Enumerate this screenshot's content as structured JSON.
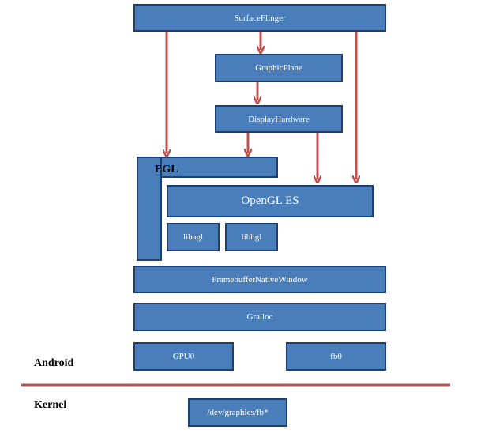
{
  "nodes": {
    "surfaceflinger": "SurfaceFlinger",
    "graphicplane": "GraphicPlane",
    "displayhardware": "DisplayHardware",
    "egl": "EGL",
    "opengl_es": "OpenGL ES",
    "libagl": "libagl",
    "libhgl": "libhgl",
    "framebuffer_native_window": "FramebufferNativeWindow",
    "gralloc": "Gralloc",
    "gpu0": "GPU0",
    "fb0": "fb0",
    "dev_graphics_fb": "/dev/graphics/fb*"
  },
  "regions": {
    "android": "Android",
    "kernel": "Kernel"
  },
  "colors": {
    "box_fill": "#4a7ebb",
    "box_border": "#1f3f6e",
    "arrow": "#c0504d",
    "divider": "#c0504d"
  }
}
